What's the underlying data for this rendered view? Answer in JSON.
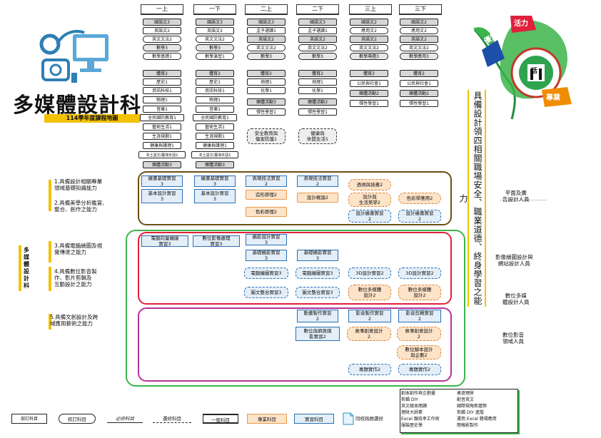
{
  "title": "多媒體設計科",
  "subtitle": "114學年度課程地圖",
  "side_label": "多媒體設計科",
  "vertical_text": "具備設計領四相關職場安全、職業道德、終身學習之能力",
  "emblem": {
    "t1": "優質",
    "t2": "活力",
    "t3": "專業",
    "center": "活"
  },
  "semesters": [
    "一上",
    "一下",
    "二上",
    "二下",
    "三上",
    "三下"
  ],
  "top": [
    [
      "國語文3",
      "英語文2",
      "英文文法2",
      "數學3",
      "數學基礎1",
      "體育2",
      "歷史1",
      "資訊科技1",
      "物理1",
      "音樂1",
      "全民國防教育1",
      "藝術生活1",
      "生涯規劃1",
      "健康與護理1",
      "本土語文/臺灣手語1",
      "團體活動3"
    ],
    [
      "國語文3",
      "英語文2",
      "英文文法2",
      "數學3",
      "數學演習1",
      "體育2",
      "歷史1",
      "資訊科技1",
      "物理1",
      "音樂1",
      "全民國防教育1",
      "藝術生活1",
      "生涯規劃1",
      "健康與護理1",
      "本土語文/臺灣手語1",
      "團體活動3"
    ],
    [
      "國語文3",
      "孟子選讀1",
      "英語文2",
      "英文文法2",
      "數學3",
      "體育2",
      "地理1",
      "化學1",
      "團體活動3",
      "彈性學習1",
      "安全教育與\n傷害防護1"
    ],
    [
      "國語文3",
      "孟子選讀1",
      "英語文2",
      "英文文法2",
      "數學3",
      "體育2",
      "地理1",
      "化學1",
      "團體活動3",
      "彈性學習1",
      "健康與\n休閒生活1"
    ],
    [
      "國語文2",
      "應用文2",
      "英語文2",
      "英文文法2",
      "數學專題3",
      "體育2",
      "公民與社會1",
      "團體活動2",
      "彈性學習1"
    ],
    [
      "國語文2",
      "應用文2",
      "英語文2",
      "英文文法2",
      "數學應用3",
      "體育2",
      "公民與社會1",
      "團體活動2",
      "彈性學習1"
    ]
  ],
  "sections": {
    "s1": [
      "繪畫基礎實習\n3",
      "基本設計實習\n3",
      "繪畫基礎實習\n3",
      "基本設計實習\n3",
      "表現技法實習\n2",
      "造形原理2",
      "色彩原理2",
      "表現技法實習\n2",
      "設計概論2",
      "透視與插畫2",
      "設計與\n生活美學2",
      "色彩學應用2",
      "設計繪畫實習\n2",
      "設計繪畫實習\n2"
    ],
    "s2": [
      "電腦向量繪圖\n實習3",
      "數位影像處理\n實習3",
      "攝影設計實習\n3",
      "基礎攝影實習\n3",
      "電腦繪圖實習3",
      "圖文整合實習3",
      "基礎攝影實習\n3",
      "電腦繪圖實習3",
      "圖文整合實習3",
      "3D設計實習2",
      "3D設計實習2",
      "數位多媒體\n設計2",
      "數位多媒體\n設計2"
    ],
    "s3": [
      "動畫製作實習\n2",
      "數位與網頁媒\n影實習2",
      "影音製作實習\n2",
      "故事創意設計\n2",
      "影音剪輯實習\n2",
      "故事創意設計\n2",
      "數位腳本設計\n與企劃2",
      "專題實作2",
      "專題實作2"
    ]
  },
  "abilities": [
    "1.具備設計相關專業\n  領域基礎知識能力",
    "2.具備美學分析鑑賞、\n  整合、創作之能力",
    "3.具備電腦繪圖及視\n  覺傳達之能力",
    "4.具備數位影音製\n  作、影片剪輯及\n  互動設計之能力",
    "5.具備文創設計及跨\n  域應用藝術之能力"
  ],
  "careers": [
    "平面及廣\n告設計人員",
    "影像繪圖設計與\n網站設計人員",
    "數位多媒\n體設計人員",
    "數位影音\n領域人員"
  ],
  "school_elective": [
    "創本創作與企劃畫",
    "剪輯 DIY",
    "英文繪本閱讀",
    "理財大師素",
    "Excel 類效率工作術",
    "服裝歷史學",
    "桌遊理財",
    "配音英文",
    "國際視角新趨勢",
    "剪輯 DIY 進階",
    "運用 Excel 聰場應用",
    "簡報影製作"
  ],
  "legend": [
    "部訂科目",
    "校訂科目",
    "必修科目",
    "選修科目",
    "一般科目",
    "專業科目",
    "實習科目",
    "同校跨群選修"
  ]
}
